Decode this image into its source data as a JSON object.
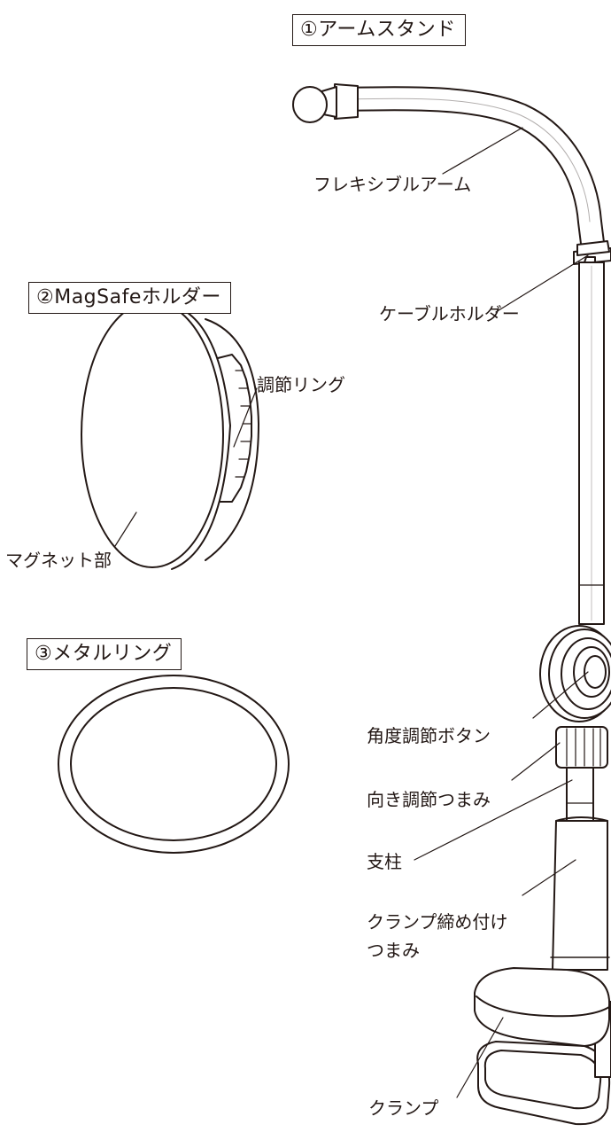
{
  "sections": {
    "arm_stand": {
      "title": "①アームスタンド"
    },
    "magsafe_holder": {
      "title": "②MagSafeホルダー"
    },
    "metal_ring": {
      "title": "③メタルリング"
    }
  },
  "labels": {
    "flexible_arm": "フレキシブルアーム",
    "cable_holder": "ケーブルホルダー",
    "adjust_ring": "調節リング",
    "magnet_part": "マグネット部",
    "angle_button": "角度調節ボタン",
    "direction_knob": "向き調節つまみ",
    "pillar": "支柱",
    "clamp_knob_line1": "クランプ締め付け",
    "clamp_knob_line2": "つまみ",
    "clamp": "クランプ"
  },
  "colors": {
    "line": "#231815",
    "fill": "#ffffff"
  }
}
